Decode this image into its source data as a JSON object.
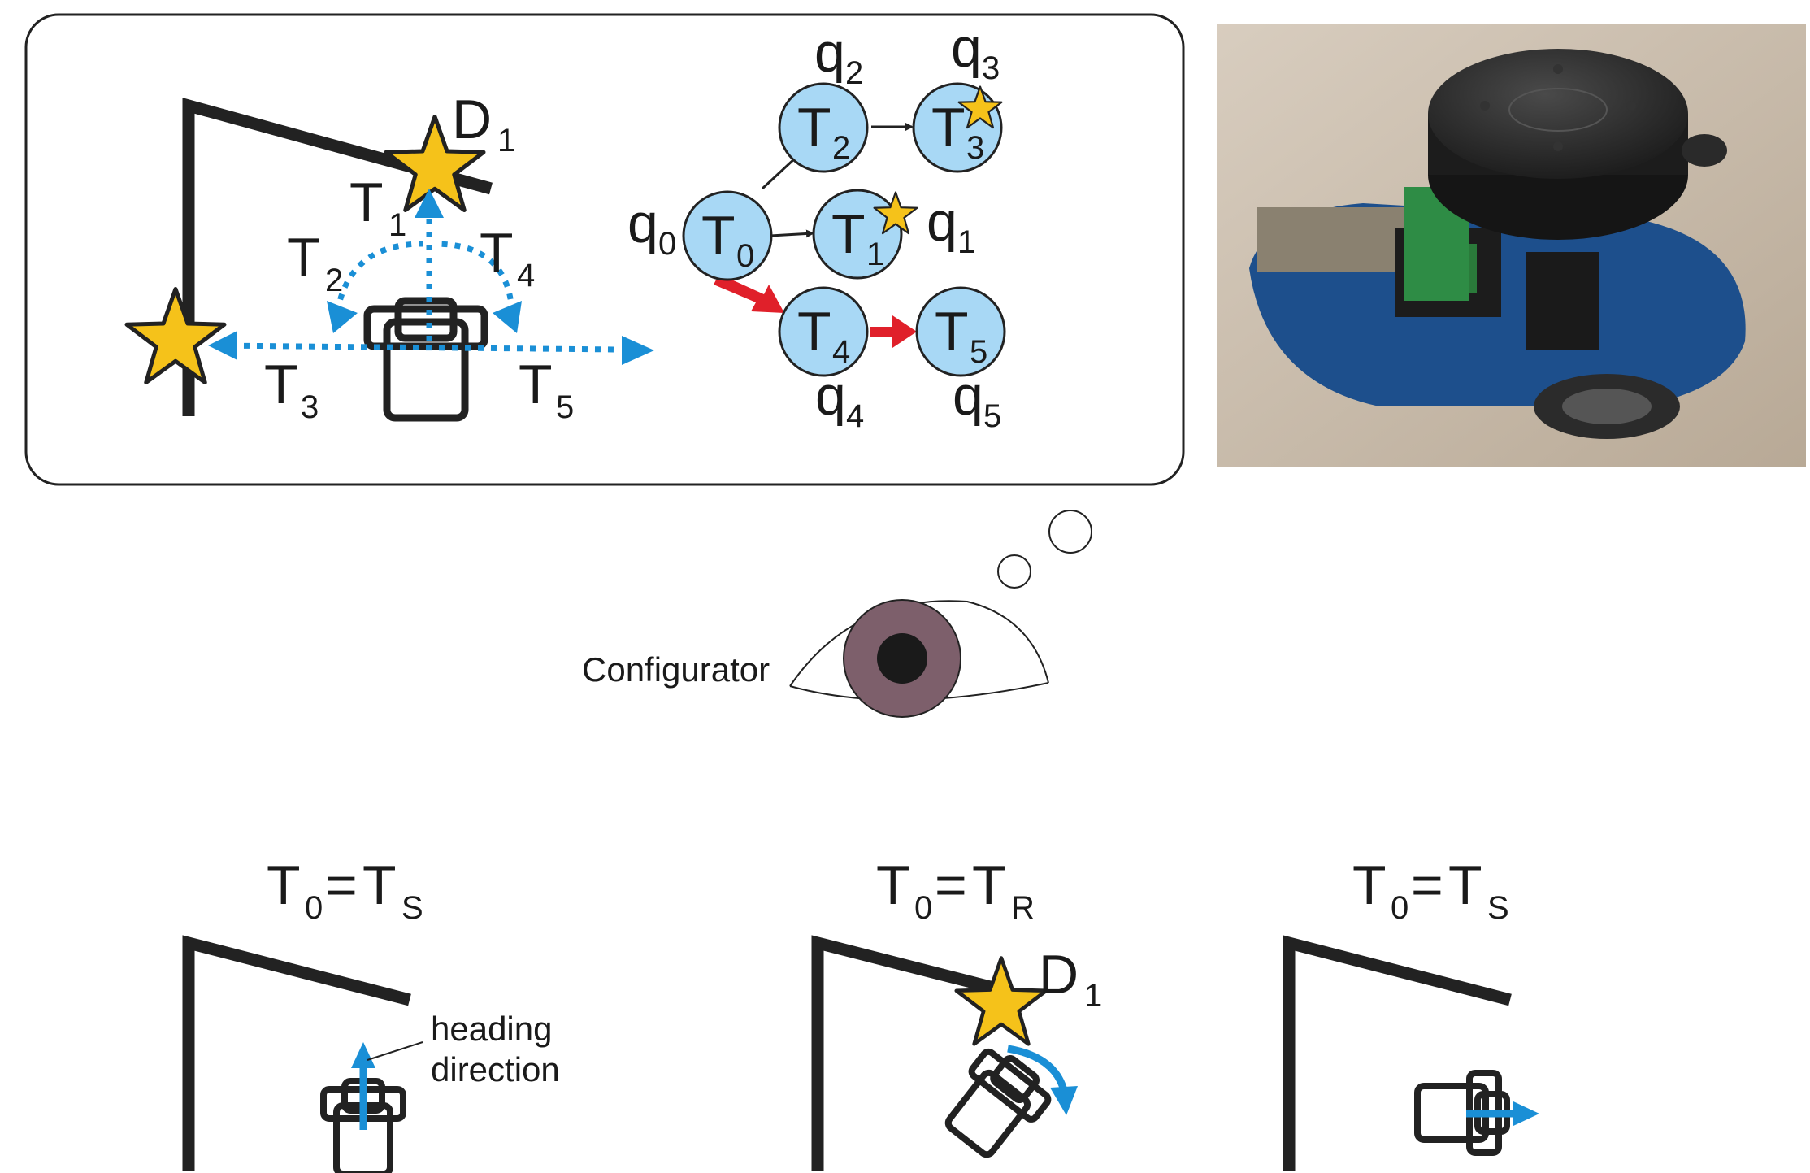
{
  "scene": {
    "landmark_1_label": "D",
    "landmark_1_index": "1",
    "thrusts": [
      {
        "base": "T",
        "index": "1"
      },
      {
        "base": "T",
        "index": "2"
      },
      {
        "base": "T",
        "index": "3"
      },
      {
        "base": "T",
        "index": "4"
      },
      {
        "base": "T",
        "index": "5"
      }
    ]
  },
  "automaton": {
    "states": [
      {
        "label_base": "q",
        "label_index": "0",
        "node_base": "T",
        "node_index": "0",
        "goal": false,
        "highlighted": true
      },
      {
        "label_base": "q",
        "label_index": "1",
        "node_base": "T",
        "node_index": "1",
        "goal": true,
        "highlighted": false
      },
      {
        "label_base": "q",
        "label_index": "2",
        "node_base": "T",
        "node_index": "2",
        "goal": false,
        "highlighted": false
      },
      {
        "label_base": "q",
        "label_index": "3",
        "node_base": "T",
        "node_index": "3",
        "goal": true,
        "highlighted": false
      },
      {
        "label_base": "q",
        "label_index": "4",
        "node_base": "T",
        "node_index": "4",
        "goal": false,
        "highlighted": true
      },
      {
        "label_base": "q",
        "label_index": "5",
        "node_base": "T",
        "node_index": "5",
        "goal": false,
        "highlighted": true
      }
    ],
    "edges": [
      {
        "from": "q0",
        "to": "q2",
        "highlighted": false
      },
      {
        "from": "q2",
        "to": "q3",
        "highlighted": false
      },
      {
        "from": "q0",
        "to": "q1",
        "highlighted": false
      },
      {
        "from": "q0",
        "to": "q4",
        "highlighted": true
      },
      {
        "from": "q4",
        "to": "q5",
        "highlighted": true
      }
    ]
  },
  "observer": {
    "label": "Configurator"
  },
  "panels": [
    {
      "eq_left_base": "T",
      "eq_left_index": "0",
      "eq_op": "=",
      "eq_right_base": "T",
      "eq_right_index": "S",
      "annotation_line1": "heading",
      "annotation_line2": "direction"
    },
    {
      "eq_left_base": "T",
      "eq_left_index": "0",
      "eq_op": "=",
      "eq_right_base": "T",
      "eq_right_index": "R",
      "landmark_base": "D",
      "landmark_index": "1"
    },
    {
      "eq_left_base": "T",
      "eq_left_index": "0",
      "eq_op": "=",
      "eq_right_base": "T",
      "eq_right_index": "S"
    }
  ],
  "colors": {
    "wall": "#222222",
    "star_fill": "#f5c21a",
    "arrow_blue": "#1a8fd6",
    "node_fill": "#a8d8f5",
    "arrow_red": "#e0202a",
    "iris": "#7d5f6b"
  }
}
